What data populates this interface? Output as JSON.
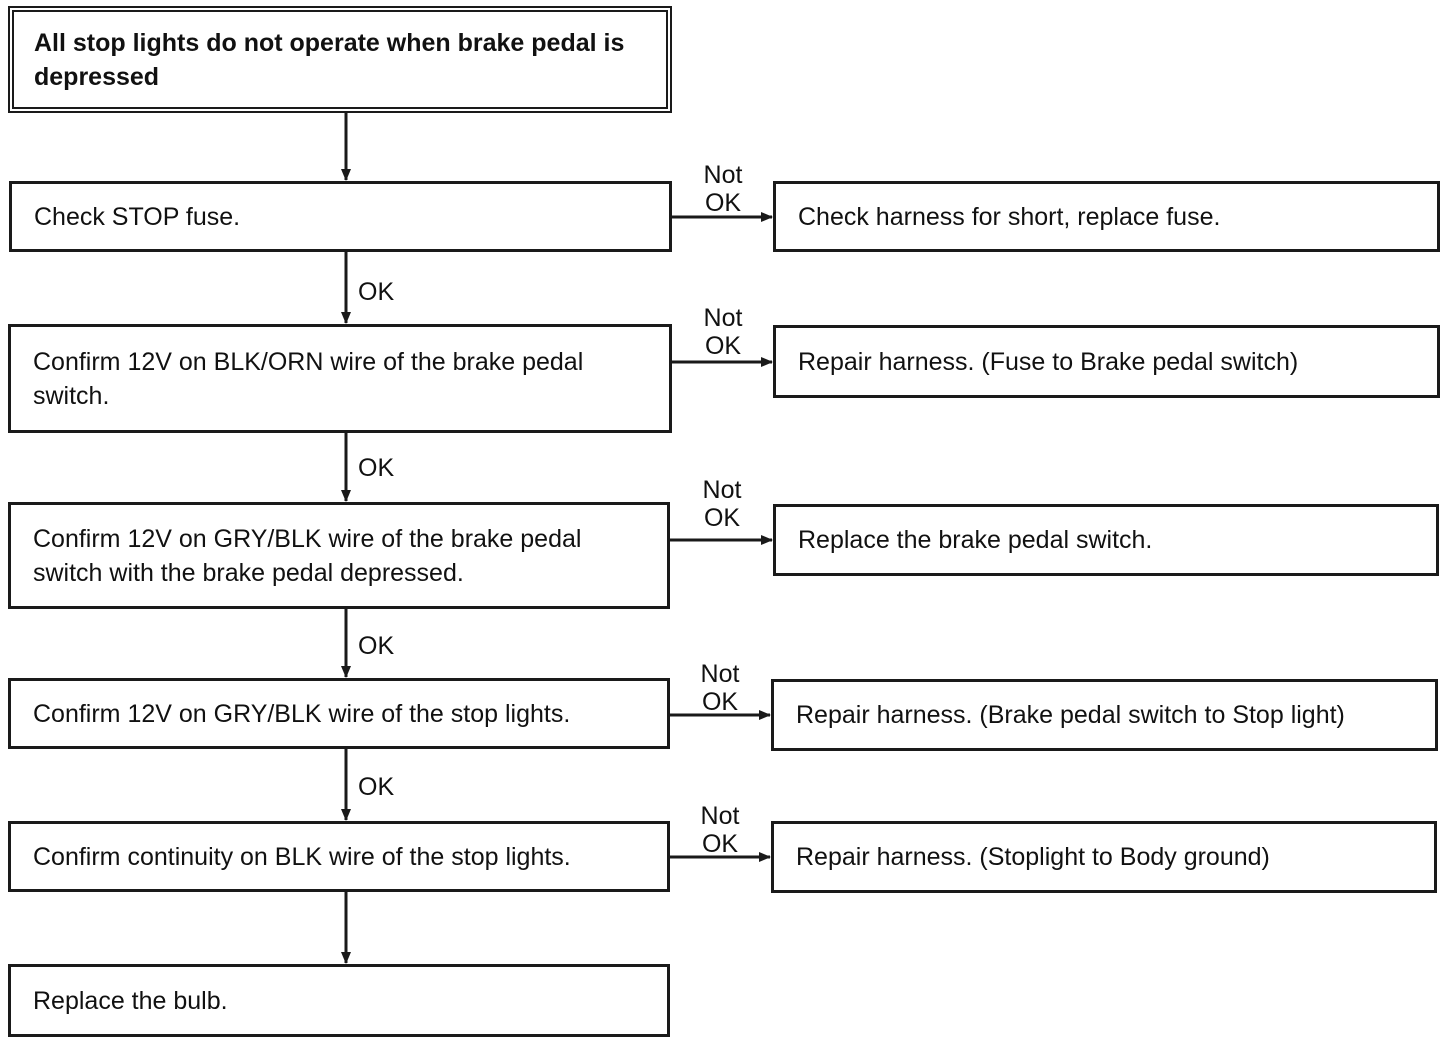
{
  "title": "All stop lights do not operate when brake pedal is depressed",
  "steps": [
    {
      "text": "Check STOP fuse.",
      "fail": "Check harness for short, replace fuse."
    },
    {
      "text": "Confirm 12V on BLK/ORN wire of the brake pedal switch.",
      "fail": "Repair harness. (Fuse to Brake pedal switch)"
    },
    {
      "text": "Confirm 12V on GRY/BLK wire of the brake pedal switch with the brake pedal depressed.",
      "fail": "Replace the brake pedal switch."
    },
    {
      "text": "Confirm 12V on GRY/BLK wire of the stop lights.",
      "fail": "Repair harness. (Brake pedal switch to Stop light)"
    },
    {
      "text": "Confirm continuity on BLK wire of the stop lights.",
      "fail": "Repair harness. (Stoplight to Body ground)"
    }
  ],
  "final": "Replace the bulb.",
  "labels": {
    "ok": "OK",
    "not": "Not",
    "not_ok": "OK"
  }
}
